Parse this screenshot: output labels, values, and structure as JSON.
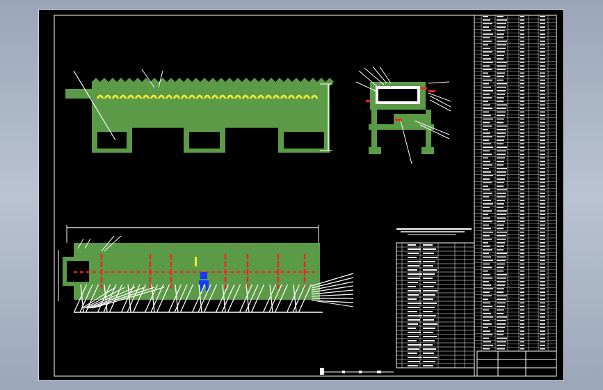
{
  "drawing": {
    "background": "#000000",
    "line_color": "#ffffff",
    "body_color": "#5b9a46",
    "highlight_color": "#f2e833",
    "marker_color": "#ff2020",
    "accent_color": "#1638ff"
  },
  "parts_list": {
    "rows": 30
  },
  "bom_table": {
    "rows": 95,
    "columns": 8
  }
}
